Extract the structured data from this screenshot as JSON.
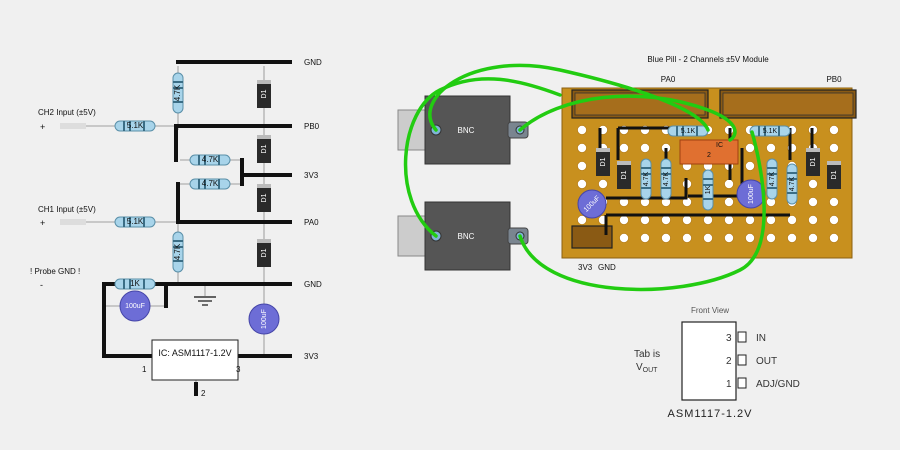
{
  "schematic": {
    "rail_labels": [
      "GND",
      "PB0",
      "3V3",
      "PA0",
      "GND",
      "3V3"
    ],
    "ch2_input": "CH2 Input (±5V)",
    "ch1_input": "CH1 Input (±5V)",
    "probe_gnd": "! Probe GND !",
    "plus": "+",
    "minus": "-",
    "r_5k1": "5.1K",
    "r_4k7": "4.7K",
    "r_1k": "1K",
    "diode": "D1",
    "cap": "100uF",
    "ic_label": "IC: ASM1117-1.2V",
    "ic_pins": [
      "1",
      "2",
      "3"
    ]
  },
  "board": {
    "title": "Blue Pill - 2 Channels ±5V Module",
    "header_left": "PA0",
    "header_right": "PB0",
    "bnc": "BNC",
    "r_5k1": "5.1K",
    "r_4k7": "4.7K",
    "r_1k": "1K",
    "diode": "D1",
    "cap": "100uF",
    "ic": "IC",
    "ic_pin": "2",
    "pwr_3v3": "3V3",
    "pwr_gnd": "GND"
  },
  "package": {
    "title": "Front View",
    "tab_note_1": "Tab is",
    "tab_note_2": "V",
    "tab_note_sub": "OUT",
    "pins": [
      {
        "num": "3",
        "name": "IN"
      },
      {
        "num": "2",
        "name": "OUT"
      },
      {
        "num": "1",
        "name": "ADJ/GND"
      }
    ],
    "part": "ASM1117-1.2V"
  },
  "colors": {
    "board": "#c8901e",
    "wire_green": "#22cc11",
    "resistor": "#9ecfe6",
    "capacitor": "#6a6ad0",
    "diode": "#222222",
    "ic_orange": "#e07030"
  }
}
